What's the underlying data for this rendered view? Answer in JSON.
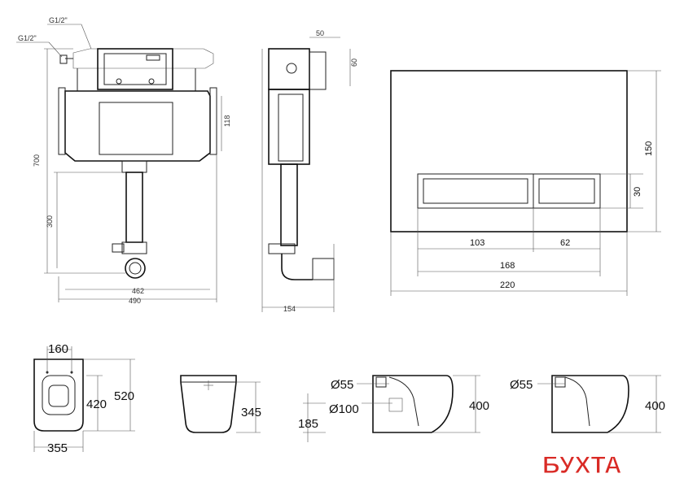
{
  "cistern_front": {
    "label_top_thread": "G1/2\"",
    "label_side_thread": "G1/2\"",
    "dim_total_height": "700",
    "dim_flush_height": "300",
    "dim_bracket": "118",
    "dim_inner_width": "462",
    "dim_outer_width": "490"
  },
  "cistern_side": {
    "dim_top_width": "50",
    "dim_top_height": "60",
    "dim_depth": "154"
  },
  "flush_plate": {
    "dim_height": "150",
    "dim_button_height": "30",
    "dim_button_left": "103",
    "dim_button_right": "62",
    "dim_buttons_total": "168",
    "dim_width": "220"
  },
  "toilet_top": {
    "dim_seat_width": "160",
    "dim_bowl_length": "420",
    "dim_total_length": "520",
    "dim_width": "355"
  },
  "toilet_front": {
    "dim_height": "345"
  },
  "toilet_side_1": {
    "dim_outlet_top": "Ø55",
    "dim_outlet_bottom": "Ø100",
    "dim_outlet_height": "185",
    "dim_height": "400"
  },
  "toilet_side_2": {
    "dim_outlet": "Ø55",
    "dim_height": "400"
  },
  "watermark": {
    "text": "БУХТА",
    "color": "#d92a25"
  }
}
